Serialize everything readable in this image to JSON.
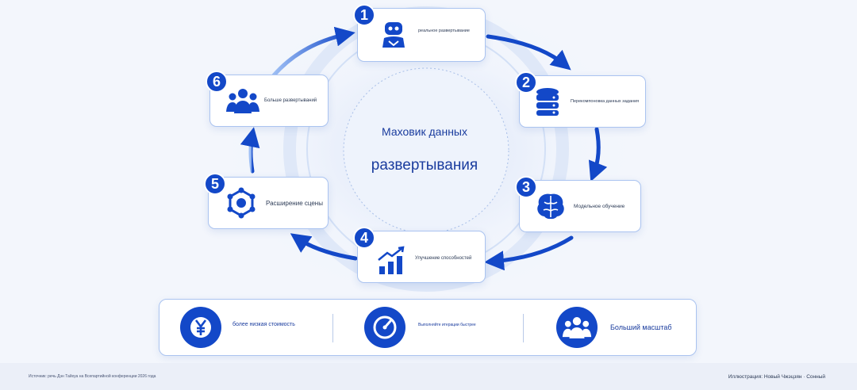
{
  "center": {
    "line1": "Маховик данных",
    "line2": "развертывания"
  },
  "steps": [
    {
      "num": "1",
      "label": "реальное развертывание",
      "icon": "robot-icon"
    },
    {
      "num": "2",
      "label": "Перекомпоновка данных задания",
      "icon": "database-icon"
    },
    {
      "num": "3",
      "label": "Модельное обучение",
      "icon": "brain-icon"
    },
    {
      "num": "4",
      "label": "Улучшение способностей",
      "icon": "growth-chart-icon"
    },
    {
      "num": "5",
      "label": "Расширение сцены",
      "icon": "network-cube-icon"
    },
    {
      "num": "6",
      "label": "Больше развертываний",
      "icon": "people-group-icon"
    }
  ],
  "benefits": [
    {
      "label": "более низкая стоимость",
      "icon": "yen-coin-icon"
    },
    {
      "label": "Выполняйте итерации быстрее",
      "icon": "speedometer-icon"
    },
    {
      "label": "Больший масштаб",
      "icon": "people-group-icon"
    }
  ],
  "footer": {
    "source": "Источник: речь Дэн Тайхуа на Всепартийной конференции 2026 года",
    "illustration": "Иллюстрация: Новый Чжэцзян · Сонный"
  },
  "colors": {
    "accent": "#1348c8",
    "card_border": "#aac3f0",
    "background": "#f3f6fc"
  }
}
